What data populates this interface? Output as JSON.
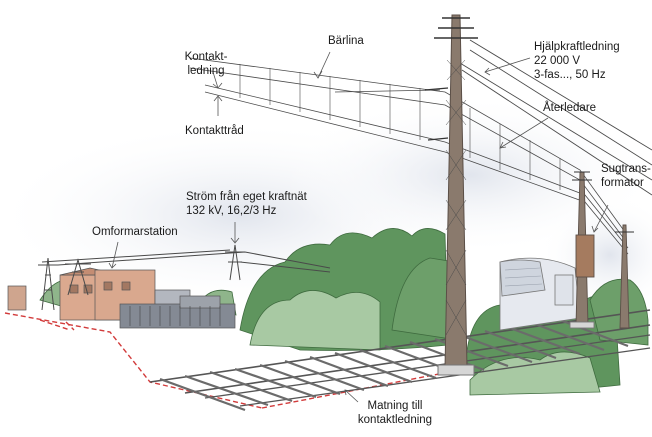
{
  "labels": {
    "barlina": "Bärlina",
    "kontaktledning_1": "Kontakt-",
    "kontaktledning_2": "ledning",
    "kontakttrad": "Kontakttråd",
    "hjalpkraft_1": "Hjälpkraftledning",
    "hjalpkraft_2": "22 000 V",
    "hjalpkraft_3": "3-fas..., 50 Hz",
    "aterledare": "Återledare",
    "sugtrans_1": "Sugtrans-",
    "sugtrans_2": "formator",
    "strom_1": "Ström från eget kraftnät",
    "strom_2": "132 kV, 16,2/3 Hz",
    "omformarstation": "Omformarstation",
    "matning_1": "Matning till",
    "matning_2": "kontaktledning"
  },
  "colors": {
    "foliage_dark": "#5a8f5a",
    "foliage_light": "#a9c9a6",
    "sky_haze": "#e4e7ee",
    "feed_line": "#d23b3b",
    "building": "#d9a88e",
    "pole": "#7a6a5e",
    "wire": "#4a4a4a"
  }
}
